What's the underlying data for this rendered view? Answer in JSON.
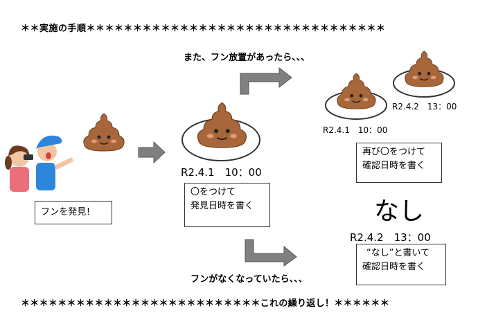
{
  "header": {
    "text": "＊＊実施の手順＊＊＊＊＊＊＊＊＊＊＊＊＊＊＊＊＊＊＊＊＊＊＊＊＊＊＊＊＊＊＊＊"
  },
  "footer": {
    "text": "＊＊＊＊＊＊＊＊＊＊＊＊＊＊＊＊＊＊＊＊＊＊＊＊＊＊これの繰り返し！＊＊＊＊＊＊"
  },
  "step1": {
    "caption": "フンを発見！"
  },
  "step2": {
    "datetime": "R2.4.1　10：00",
    "lines": [
      "〇をつけて",
      "発見日時を書く"
    ]
  },
  "branch_yes": {
    "label": "また、フン放置があったら、、、",
    "dt_first": "R2.4.1　10：00",
    "dt_second": "R2.4.2　13：00",
    "lines": [
      "再び〇をつけて",
      "確認日時を書く"
    ]
  },
  "branch_no": {
    "label": "フンがなくなっていたら、、、",
    "big_text": "なし",
    "datetime": "R2.4.2　13：00",
    "lines": [
      "“なし”と書いて",
      "確認日時を書く"
    ]
  },
  "colors": {
    "poop_main": "#a8673a",
    "poop_dark": "#6e3e1f",
    "cheek": "#e69a7a",
    "arrow_fill": "#808080"
  }
}
